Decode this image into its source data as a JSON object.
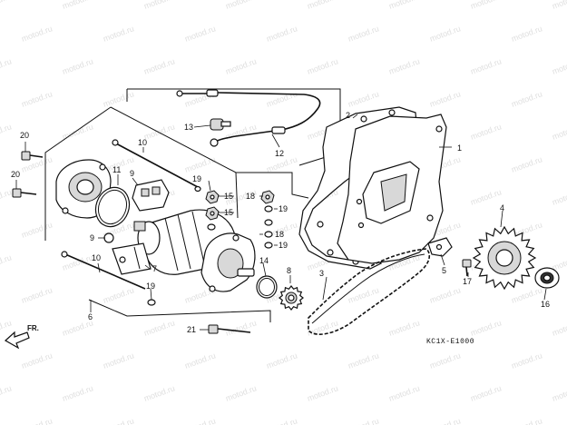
{
  "watermark": "motod.ru",
  "diagram_code": "KC1X-E1000",
  "direction_label": "FR.",
  "callouts": [
    {
      "id": "c1",
      "text": "1"
    },
    {
      "id": "c2",
      "text": "2"
    },
    {
      "id": "c3",
      "text": "3"
    },
    {
      "id": "c4",
      "text": "4"
    },
    {
      "id": "c5",
      "text": "5"
    },
    {
      "id": "c6",
      "text": "6"
    },
    {
      "id": "c7",
      "text": "7"
    },
    {
      "id": "c8",
      "text": "8"
    },
    {
      "id": "c9a",
      "text": "9"
    },
    {
      "id": "c9b",
      "text": "9"
    },
    {
      "id": "c10a",
      "text": "10"
    },
    {
      "id": "c10b",
      "text": "10"
    },
    {
      "id": "c11",
      "text": "11"
    },
    {
      "id": "c12",
      "text": "12"
    },
    {
      "id": "c13",
      "text": "13"
    },
    {
      "id": "c14",
      "text": "14"
    },
    {
      "id": "c15a",
      "text": "15"
    },
    {
      "id": "c15b",
      "text": "15"
    },
    {
      "id": "c16",
      "text": "16"
    },
    {
      "id": "c17",
      "text": "17"
    },
    {
      "id": "c18a",
      "text": "18"
    },
    {
      "id": "c18b",
      "text": "18"
    },
    {
      "id": "c19a",
      "text": "19"
    },
    {
      "id": "c19b",
      "text": "19"
    },
    {
      "id": "c19c",
      "text": "19"
    },
    {
      "id": "c19d",
      "text": "19"
    },
    {
      "id": "c20a",
      "text": "20"
    },
    {
      "id": "c20b",
      "text": "20"
    },
    {
      "id": "c21",
      "text": "21"
    }
  ]
}
